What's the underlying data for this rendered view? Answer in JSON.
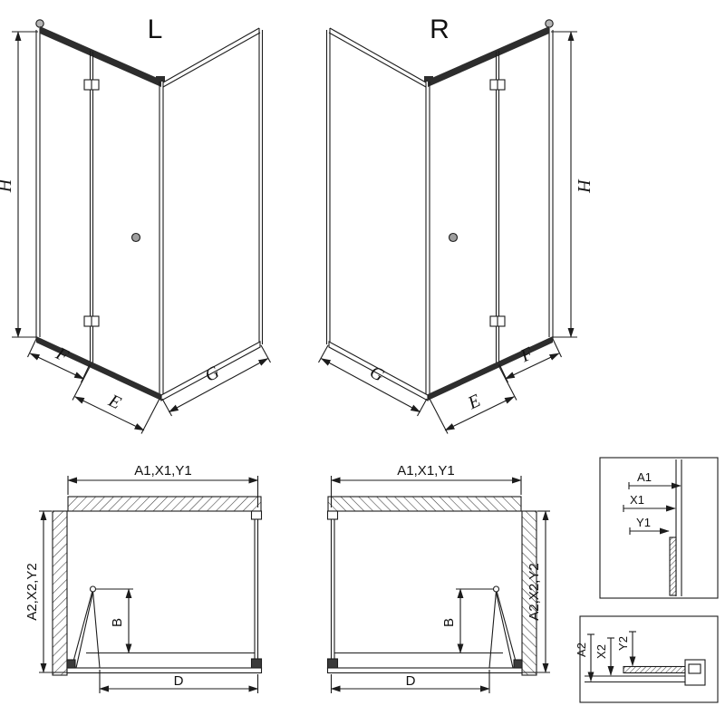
{
  "style": {
    "background": "#ffffff",
    "line_color": "#1c1c1c"
  },
  "views": {
    "perspective_left": {
      "label": "L",
      "dim_height": "H",
      "dim_door": "F",
      "dim_entry": "E",
      "dim_side": "G"
    },
    "perspective_right": {
      "label": "R",
      "dim_height": "H",
      "dim_door": "F",
      "dim_entry": "E",
      "dim_side": "G"
    },
    "plan_left": {
      "dim_width": "A1,X1,Y1",
      "dim_depth": "A2,X2,Y2",
      "dim_fold": "B",
      "dim_opening": "D"
    },
    "plan_right": {
      "dim_width": "A1,X1,Y1",
      "dim_depth": "A2,X2,Y2",
      "dim_fold": "B",
      "dim_opening": "D"
    },
    "detail_width": {
      "dim_a": "A1",
      "dim_x": "X1",
      "dim_y": "Y1"
    },
    "detail_depth": {
      "dim_a": "A2",
      "dim_x": "X2",
      "dim_y": "Y2"
    }
  }
}
